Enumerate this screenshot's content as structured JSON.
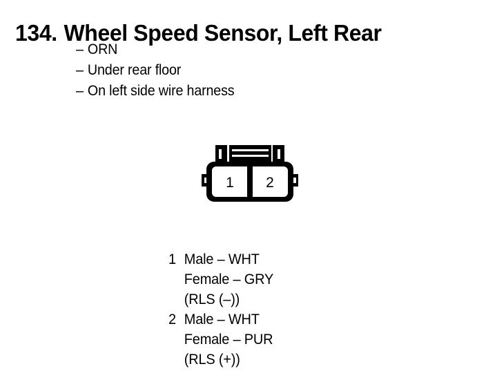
{
  "page": {
    "title_number": "134.",
    "title_text": "Wheel Speed Sensor, Left Rear",
    "background_color": "#FFFFFF",
    "ink_color": "#000000"
  },
  "location_list": {
    "dash": "–",
    "items": [
      {
        "text": "ORN"
      },
      {
        "text": "Under rear floor"
      },
      {
        "text": "On left side wire harness"
      }
    ]
  },
  "connector": {
    "type": "2-pin-connector-face-view",
    "cavity_count": 2,
    "cavities": [
      {
        "number": "1"
      },
      {
        "number": "2"
      }
    ],
    "features": {
      "top_latch_posts": 2,
      "top_latch_bars": 2,
      "side_locking_tabs": 2
    }
  },
  "pin_legend": {
    "dash": "–",
    "pins": [
      {
        "index": "1",
        "male_label": "Male – WHT",
        "female_label": "Female – GRY",
        "circuit_label": "(RLS (–))"
      },
      {
        "index": "2",
        "male_label": "Male – WHT",
        "female_label": "Female – PUR",
        "circuit_label": "(RLS (+))"
      }
    ]
  }
}
